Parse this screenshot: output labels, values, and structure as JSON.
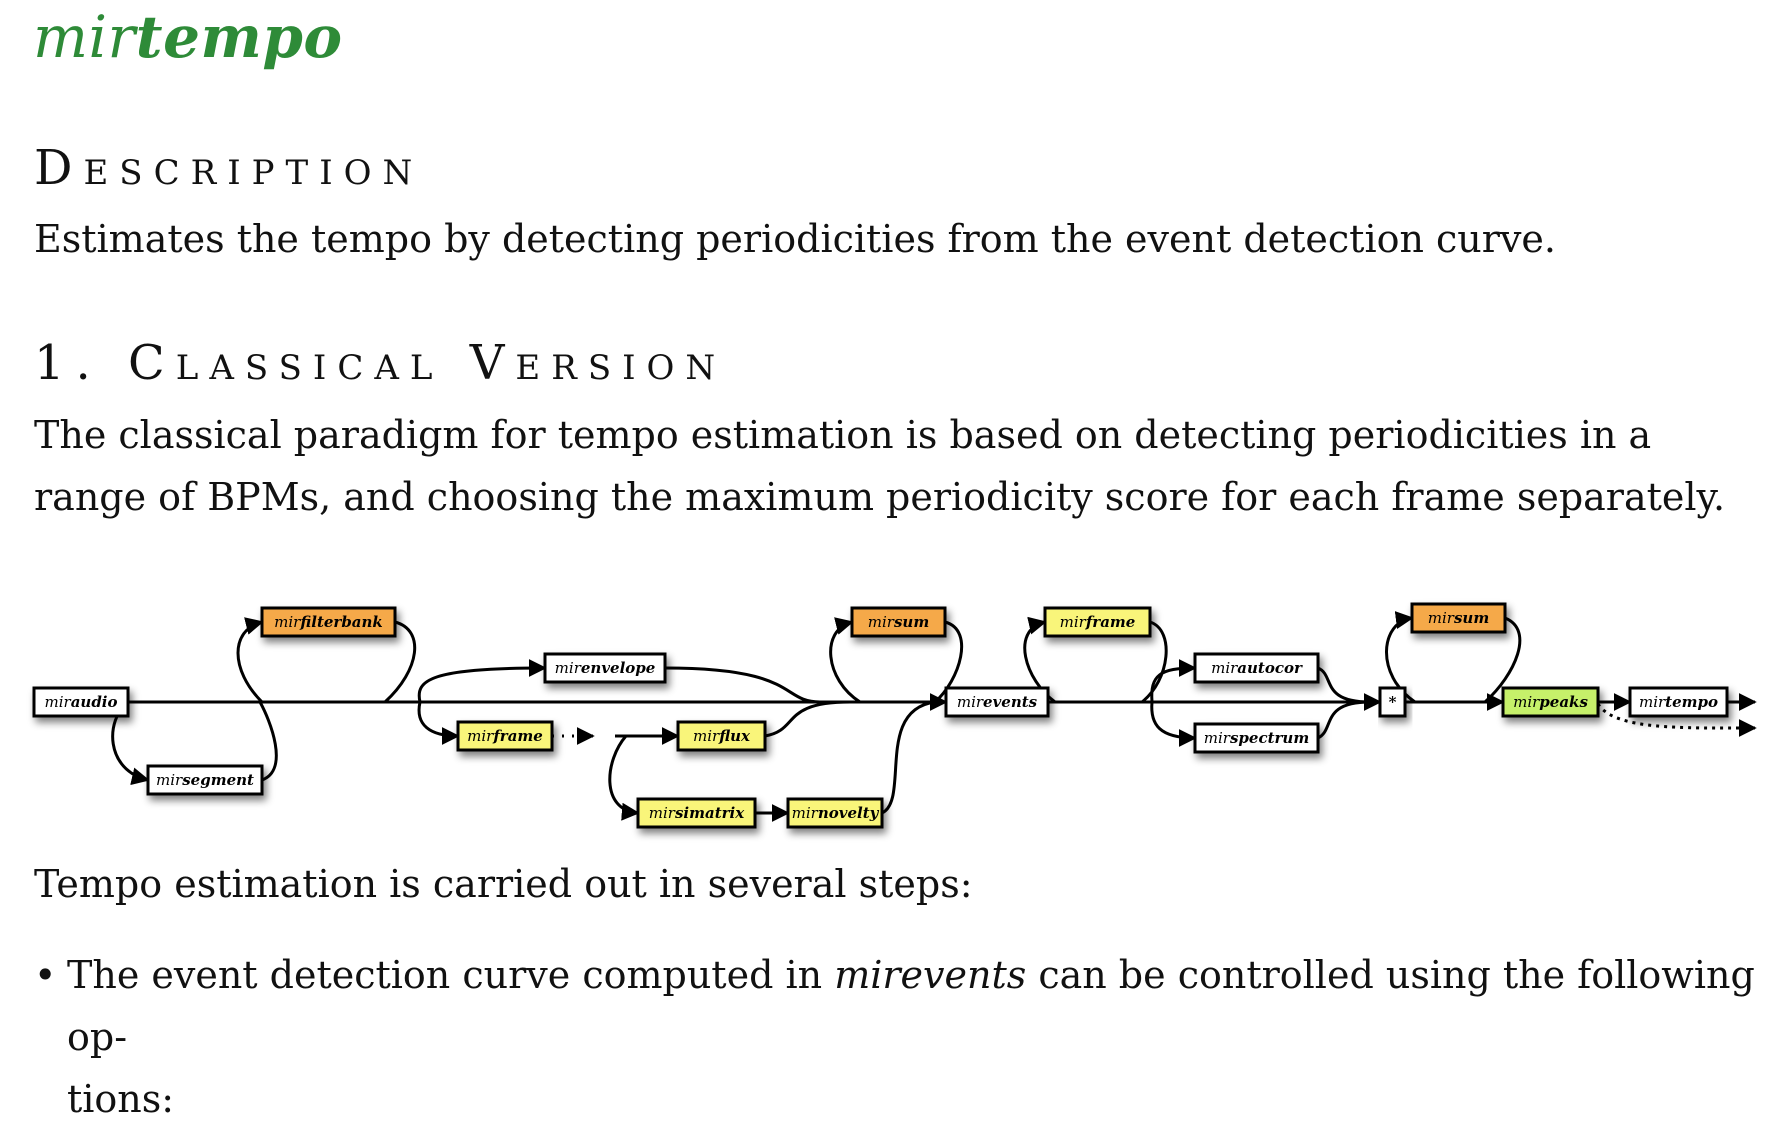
{
  "title": {
    "prefix": "mir",
    "name": "tempo"
  },
  "description": {
    "heading": "Description",
    "text": "Estimates the tempo by detecting periodicities from the event detection curve."
  },
  "classical": {
    "heading": "1. Classical Version",
    "text": "The classical paradigm for tempo estimation is based on detecting periodicities in a range of BPMs, and choosing the maximum periodicity score for each frame separately."
  },
  "diagram": {
    "colors": {
      "orange": "#f5a94a",
      "yellow": "#f9f57a",
      "green": "#c6f06a",
      "white": "#ffffff"
    },
    "nodes": [
      {
        "id": "miraudio",
        "prefix": "mir",
        "name": "audio",
        "color": "white"
      },
      {
        "id": "mirsegment",
        "prefix": "mir",
        "name": "segment",
        "color": "white"
      },
      {
        "id": "mirfilterbank",
        "prefix": "mir",
        "name": "filterbank",
        "color": "orange"
      },
      {
        "id": "mirenvelope",
        "prefix": "mir",
        "name": "envelope",
        "color": "white"
      },
      {
        "id": "mirframe1",
        "prefix": "mir",
        "name": "frame",
        "color": "yellow"
      },
      {
        "id": "mirflux",
        "prefix": "mir",
        "name": "flux",
        "color": "yellow"
      },
      {
        "id": "mirsimatrix",
        "prefix": "mir",
        "name": "simatrix",
        "color": "yellow"
      },
      {
        "id": "mirnovelty",
        "prefix": "mir",
        "name": "novelty",
        "color": "yellow"
      },
      {
        "id": "mirsum1",
        "prefix": "mir",
        "name": "sum",
        "color": "orange"
      },
      {
        "id": "mirevents",
        "prefix": "mir",
        "name": "events",
        "color": "white"
      },
      {
        "id": "mirframe2",
        "prefix": "mir",
        "name": "frame",
        "color": "yellow"
      },
      {
        "id": "mirautocor",
        "prefix": "mir",
        "name": "autocor",
        "color": "white"
      },
      {
        "id": "mirspectrum",
        "prefix": "mir",
        "name": "spectrum",
        "color": "white"
      },
      {
        "id": "mult",
        "prefix": "",
        "name": "*",
        "color": "white"
      },
      {
        "id": "mirsum2",
        "prefix": "mir",
        "name": "sum",
        "color": "orange"
      },
      {
        "id": "mirpeaks",
        "prefix": "mir",
        "name": "peaks",
        "color": "green"
      },
      {
        "id": "mirtempo",
        "prefix": "mir",
        "name": "tempo",
        "color": "white"
      }
    ]
  },
  "steps": {
    "text": "Tempo estimation is carried out in several steps:",
    "bullet_before": "The event detection curve computed in ",
    "bullet_em": "mirevents",
    "bullet_after": " can be controlled using the following op-",
    "bullet_cont": "tions:"
  }
}
